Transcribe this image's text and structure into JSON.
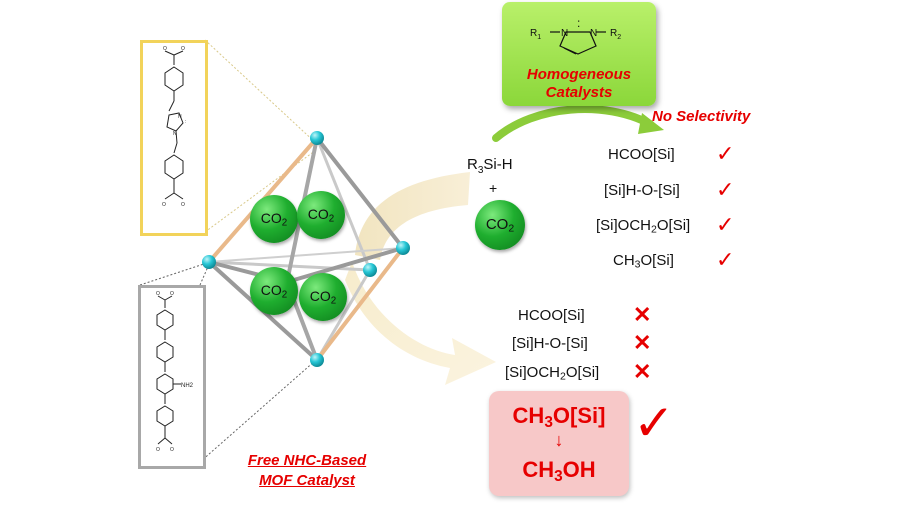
{
  "homogeneous": {
    "title_line1": "Homogeneous",
    "title_line2": "Catalysts",
    "r1": "R1",
    "r2": "R2",
    "n": "N"
  },
  "no_selectivity": "No Selectivity",
  "reactants": {
    "silane": "R3Si-H",
    "plus": "+",
    "co2": "CO2"
  },
  "products_homogeneous": [
    {
      "label": "HCOO[Si]",
      "mark": "✓"
    },
    {
      "label": "[Si]H-O-[Si]",
      "mark": "✓"
    },
    {
      "label": "[Si]OCH2O[Si]",
      "mark": "✓"
    },
    {
      "label": "CH3O[Si]",
      "mark": "✓"
    }
  ],
  "products_mof": [
    {
      "label": "HCOO[Si]",
      "mark": "✕"
    },
    {
      "label": "[Si]H-O-[Si]",
      "mark": "✕"
    },
    {
      "label": "[Si]OCH2O[Si]",
      "mark": "✕"
    }
  ],
  "final_product": {
    "line1": "CH3O[Si]",
    "arrow": "↓",
    "line2": "CH3OH",
    "mark": "✓"
  },
  "mof_caption": {
    "line1": "Free NHC-Based",
    "line2": "MOF Catalyst"
  },
  "cage_co2": [
    "CO2",
    "CO2",
    "CO2",
    "CO2"
  ],
  "linker_amine": "NH2",
  "colors": {
    "accent_red": "#e60000",
    "co2_green": "#1fae2f",
    "homog_green": "#8bd73a",
    "node_cyan": "#27c7d6",
    "frame_yellow": "#f2d35a",
    "frame_grey": "#a8a8a8",
    "pink_box": "#f7c8c8"
  },
  "icons": {
    "check": "check-mark-icon",
    "cross": "cross-mark-icon"
  }
}
